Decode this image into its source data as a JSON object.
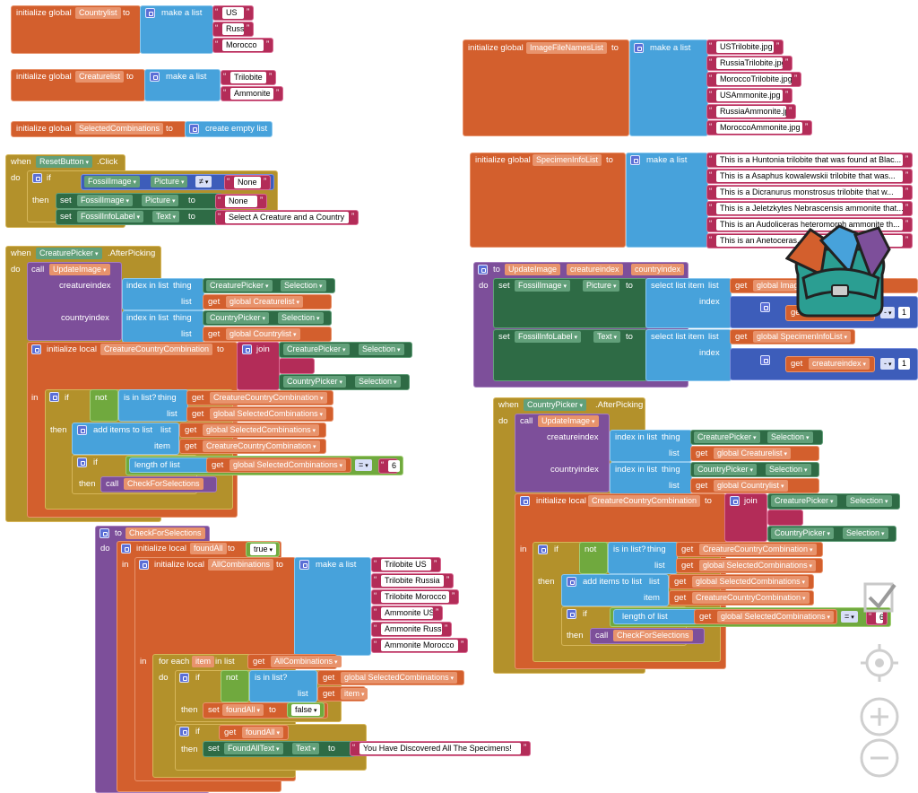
{
  "colors": {
    "variable": "#d35f2d",
    "list": "#47a2db",
    "control": "#b3912b",
    "procedure": "#7d4f9a",
    "logic": "#70a93e",
    "math": "#3d5dba",
    "text": "#b32c58",
    "component": "#2e6b45"
  },
  "b1": {
    "init": "initialize global",
    "name": "Countrylist",
    "to": "to",
    "mk": "make a list",
    "items": [
      "US",
      "Russia",
      "Morocco"
    ]
  },
  "b2": {
    "init": "initialize global",
    "name": "Creaturelist",
    "to": "to",
    "mk": "make a list",
    "items": [
      "Trilobite",
      "Ammonite"
    ]
  },
  "b3": {
    "init": "initialize global",
    "name": "SelectedCombinations",
    "to": "to",
    "empty": "create empty list"
  },
  "b4": {
    "init": "initialize global",
    "name": "ImageFileNamesList",
    "to": "to",
    "mk": "make a list",
    "items": [
      "USTrilobite.jpg",
      "RussiaTrilobite.jpg",
      "MoroccoTrilobite.jpg",
      "USAmmonite.jpg",
      "RussiaAmmonite.jpg",
      "MoroccoAmmonite.jpg"
    ]
  },
  "b5": {
    "init": "initialize global",
    "name": "SpecimenInfoList",
    "to": "to",
    "mk": "make a list",
    "items": [
      "This is a Huntonia trilobite that was found at Blac...",
      "This is a Asaphus kowalewskii trilobite that was...",
      "This is a Dicranurus monstrosus trilobite that w...",
      "This is a Jeletzkytes Nebrascensis ammonite that...",
      "This is an Audoliceras heteromorph ammonite th...",
      "This is an Anetoceras..."
    ]
  },
  "rb": {
    "when": "when",
    "comp": "ResetButton",
    "evt": ".Click",
    "do": "do",
    "if": "if",
    "fi": "FossilImage",
    "pic": "Picture",
    "ne": "≠",
    "none": "None",
    "then": "then",
    "set": "set",
    "to": "to",
    "fl": "FossilInfoLabel",
    "txt": "Text",
    "msg": "Select A Creature and a Country"
  },
  "cp": {
    "when": "when",
    "comp": "CreaturePicker",
    "evt": ".AfterPicking",
    "do": "do",
    "call": "call",
    "proc": "UpdateImage",
    "ci": "creatureindex",
    "coi": "countryindex",
    "iil": "index in list",
    "thing": "thing",
    "list": "list",
    "cpick": "CreaturePicker",
    "sel": "Selection",
    "get": "get",
    "gcl": "global Creaturelist",
    "copick": "CountryPicker",
    "gcol": "global Countrylist",
    "il": "initialize local",
    "ccc": "CreatureCountryCombination",
    "to": "to",
    "join": "join",
    "in": "in",
    "if": "if",
    "not": "not",
    "inl": "is in list?",
    "gsc": "global SelectedCombinations",
    "then": "then",
    "add": "add items to list",
    "item": "item",
    "len": "length of list",
    "eq": "=",
    "six": "6",
    "cfs": "CheckForSelections"
  },
  "cs": {
    "to": "to",
    "name": "CheckForSelections",
    "do": "do",
    "il": "initialize local",
    "fa": "foundAll",
    "true": "true",
    "in": "in",
    "ac": "AllCombinations",
    "mk": "make a list",
    "items": [
      "Trilobite US",
      "Trilobite Russia",
      "Trilobite Morocco",
      "Ammonite US",
      "Ammonite Russia",
      "Ammonite Morocco"
    ],
    "fe": "for each",
    "item": "item",
    "inlist": "in list",
    "get": "get",
    "if": "if",
    "not": "not",
    "isin": "is in list?",
    "thing": "thing",
    "list": "list",
    "gsc": "global SelectedCombinations",
    "then": "then",
    "set": "set",
    "false": "false",
    "fat": "FoundAllText",
    "txt": "Text",
    "msg": "You Have Discovered All The Specimens!"
  },
  "ui": {
    "to": "to",
    "name": "UpdateImage",
    "p1": "creatureindex",
    "p2": "countryindex",
    "do": "do",
    "set": "set",
    "fi": "FossilImage",
    "pic": "Picture",
    "to2": "to",
    "sli": "select list item",
    "list": "list",
    "index": "index",
    "get": "get",
    "gim": "global ImageFileNamesList",
    "gsi": "global SpecimenInfoList",
    "fl": "FossilInfoLabel",
    "txt": "Text",
    "ci": "creatureindex",
    "minus": "-",
    "one": "1"
  },
  "cop": {
    "when": "when",
    "comp": "CountryPicker",
    "evt": ".AfterPicking"
  }
}
